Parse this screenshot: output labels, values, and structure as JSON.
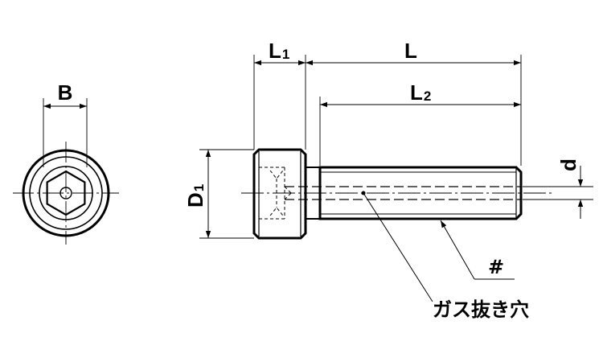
{
  "labels": {
    "B": "B",
    "L1_main": "L",
    "L1_sub": "1",
    "L": "L",
    "L2_main": "L",
    "L2_sub": "2",
    "D1_main": "D",
    "D1_sub": "1",
    "d": "d",
    "hash": "#",
    "gas_vent": "ガス抜き穴"
  },
  "colors": {
    "line": "#000000",
    "background": "#ffffff"
  }
}
